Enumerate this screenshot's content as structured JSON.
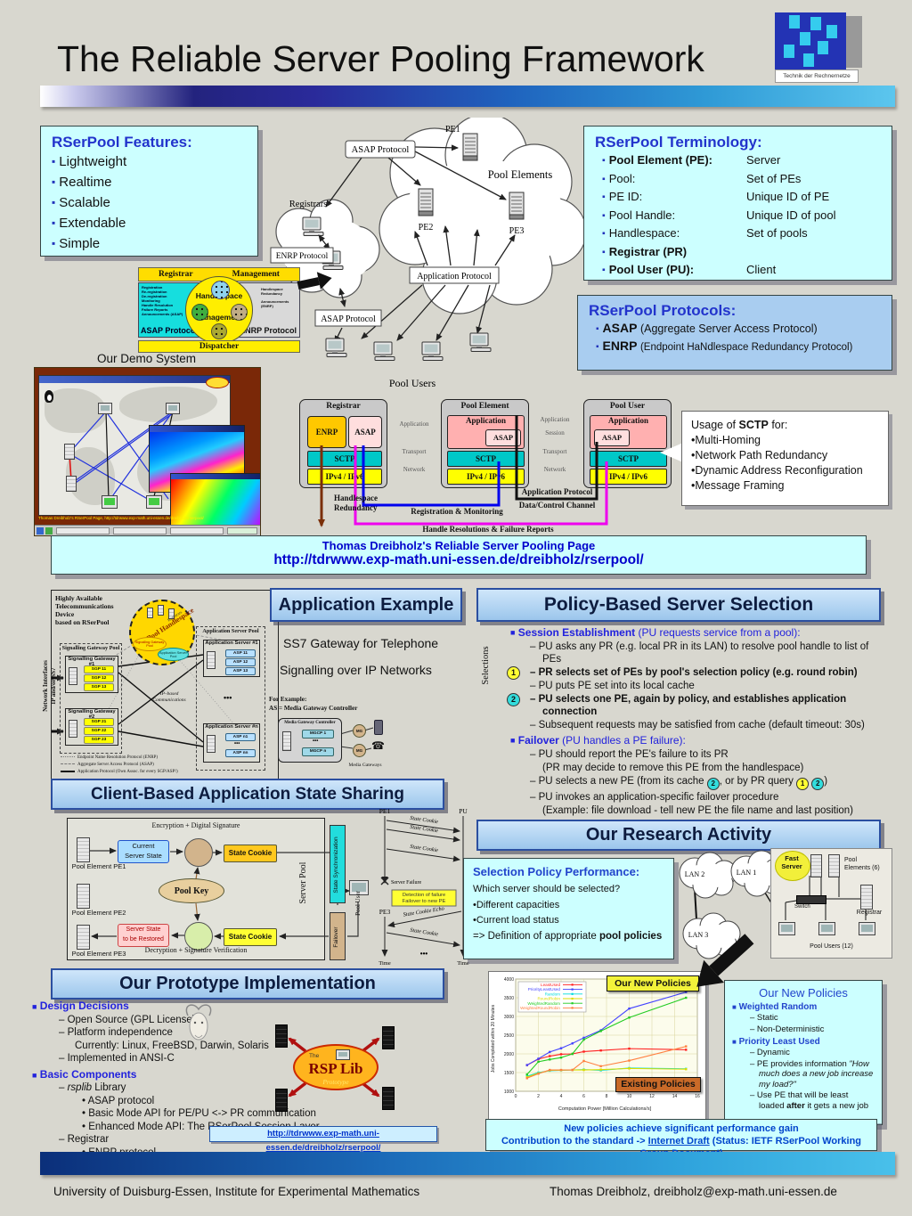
{
  "ui": {
    "bullet": "▪",
    "sq": "■",
    "dots": "•••"
  },
  "page": {
    "title": "The Reliable Server Pooling Framework",
    "logo_caption": "Technik der Rechnernetze",
    "footer_left": "University of Duisburg-Essen, Institute for Experimental Mathematics",
    "footer_right": "Thomas Dreibholz, dreibholz@exp-math.uni-essen.de"
  },
  "features": {
    "title": "RSerPool Features:",
    "items": [
      "Lightweight",
      "Realtime",
      "Scalable",
      "Extendable",
      "Simple"
    ]
  },
  "overview": {
    "asap_top": "ASAP Protocol",
    "asap_bottom": "ASAP Protocol",
    "enrp": "ENRP Protocol",
    "app": "Application Protocol",
    "pe1": "PE1",
    "pe2": "PE2",
    "pe3": "PE3",
    "pool_elements": "Pool Elements",
    "registrars": "Registrars",
    "pool_users": "Pool Users"
  },
  "terminology": {
    "title": "RSerPool Terminology:",
    "rows": [
      {
        "term": "Pool Element (PE):",
        "def": "Server"
      },
      {
        "term": "Pool:",
        "def": "Set of PEs"
      },
      {
        "term": "PE ID:",
        "def": "Unique ID of PE"
      },
      {
        "term": "Pool Handle:",
        "def": "Unique ID of pool"
      },
      {
        "term": "Handlespace:",
        "def": "Set of pools"
      },
      {
        "term": "Registrar (PR)",
        "def": ""
      },
      {
        "term": "Pool User (PU):",
        "def": "Client"
      }
    ]
  },
  "protocols": {
    "title": "RSerPool Protocols:",
    "items": [
      {
        "abbr": "ASAP",
        "exp": "(Aggregate Server Access Protocol)"
      },
      {
        "abbr": "ENRP",
        "exp": "(Endpoint HaNdlespace Redundancy Protocol)"
      }
    ]
  },
  "registrar_box": {
    "registrar": "Registrar",
    "management": "Management",
    "handlespace_1": "Handlespace",
    "handlespace_2": "Management",
    "asap": "ASAP Protocol",
    "enrp": "ENRP Protocol",
    "dispatcher": "Dispatcher",
    "asap_functions": [
      "Registration",
      "Re-registration",
      "De-registration",
      "Monitoring",
      "Handle Resolution",
      "Failure Reports",
      "Announcements (ASAP)"
    ],
    "enrp_functions": [
      "Handlespace",
      "Redundancy",
      "Announcements",
      "(ENRP)"
    ]
  },
  "demo": {
    "title": "Our Demo System",
    "status_line": "Thomas Dreibholz's RSerPool Page, http://tdrwww.exp-math.uni-essen.de/dreibholz/rserpool/"
  },
  "stack": {
    "registrar": {
      "title": "Registrar",
      "enrp": "ENRP",
      "asap": "ASAP",
      "sctp": "SCTP",
      "ip": "IPv4 / IPv6"
    },
    "pool_element": {
      "title": "Pool Element",
      "app": "Application",
      "asap": "ASAP",
      "sctp": "SCTP",
      "ip": "IPv4 / IPv6"
    },
    "pool_user": {
      "title": "Pool User",
      "app": "Application",
      "asap": "ASAP",
      "sctp": "SCTP",
      "ip": "IPv4 / IPv6"
    },
    "layers_left": [
      "Application",
      "Transport",
      "Network"
    ],
    "layers_right": [
      "Application",
      "Session",
      "Transport",
      "Network"
    ],
    "ann_registration": "Registration & Monitoring",
    "ann_app_protocol": "Application Protocol",
    "ann_data_channel": "Data/Control Channel",
    "ann_handle": "Handle Resolutions & Failure Reports",
    "ann_redundancy": "Handlespace\nRedundancy"
  },
  "sctp_usage": {
    "title_pre": "Usage of ",
    "title_bold": "SCTP",
    "title_post": " for:",
    "items": [
      "•Multi-Homing",
      "•Network Path Redundancy",
      "•Dynamic Address Reconfiguration",
      "•Message Framing"
    ]
  },
  "link_banner": {
    "line1": "Thomas Dreibholz's Reliable Server Pooling Page",
    "line2": "http://tdrwww.exp-math.uni-essen.de/dreibholz/rserpool/"
  },
  "app_example": {
    "header": "Application Example",
    "line1": "SS7 Gateway for Telephone",
    "line2": "Signalling over IP Networks",
    "for_example": "For Example:\nAS = Media Gateway Controller",
    "mgc_title": "Media Gateway Controller",
    "mgc_item1": "MGCP 1",
    "mgc_itemn": "MGCP n",
    "mg": "MG",
    "media_gateways": "Media Gateways",
    "diagram": {
      "caption": "Highly Available\nTelecommunications\nDevice\nbased on RSerPool",
      "handlespace": "RSerPool Handlespace",
      "registrars": "Registrars",
      "sg_pool_small": "Signalling Gateway Pool",
      "as_pool_small": "Application Server Pool",
      "sg_pool": "Signalling Gateway Pool",
      "as_pool": "Application Server Pool",
      "sg1": "Signalling Gateway #1",
      "sg1_items": [
        "SGP 11",
        "SGP 12",
        "SGP 13"
      ],
      "sg2": "Signalling Gateway #2",
      "sg2_items": [
        "SGP 21",
        "SGP 22",
        "SGP 23"
      ],
      "as1": "Application Server #1",
      "as1_items": [
        "ASP 11",
        "ASP 12",
        "ASP 13"
      ],
      "asn": "Application Server #n",
      "asn_items": [
        "ASP n1",
        "•••",
        "ASP nn"
      ],
      "ip_comm": "IP–based\nCommunications",
      "side_label": "Network Interfaces\nIP and/or SS7",
      "legend": [
        "Endpoint Name Resolution Protocol (ENRP)",
        "Aggregate Server Access Protocol (ASAP)",
        "Application Protocol (Own Assoc. for every SGP/ASP!)"
      ]
    }
  },
  "policy": {
    "header": "Policy-Based Server Selection",
    "side_label": "Selections",
    "s1_head": "Session Establishment",
    "s1_rest": " (PU requests service from a pool):",
    "l1": "– PU asks any PR (e.g. local PR in its LAN) to resolve pool handle to list of PEs",
    "l2": "– PR selects set of PEs by pool's selection policy (e.g. round robin)",
    "l3": "– PU puts PE set into its local cache",
    "l4": "– PU selects one PE, again by policy, and establishes application connection",
    "l5": "– Subsequent requests may be satisfied from cache (default timeout: 30s)",
    "s2_head": "Failover",
    "s2_rest": " (PU handles a PE failure):",
    "l6": "– PU should report the PE's failure to its PR",
    "l7": "(PR may decide to remove this PE from the handlespace)",
    "l8_pre": "– PU selects a new PE (from its cache ",
    "l8_mid": ", or by PR query ",
    "l8_post": ")",
    "l9": "– PU invokes an application-specific failover procedure",
    "l10": "(Example: file download - tell new PE the file name and last position)",
    "m1": "1",
    "m2": "2"
  },
  "state_sharing": {
    "header": "Client-Based Application State Sharing",
    "enc": "Encryption + Digital Signature",
    "dec": "Decryption + Signature Verification",
    "current": "Current\nServer State",
    "cookie_top": "State Cookie",
    "cookie_bottom": "State Cookie",
    "pe1": "Pool Element PE1",
    "pe2": "Pool Element PE2",
    "pe3": "Pool Element PE3",
    "pool_key": "Pool Key",
    "server_pool": "Server Pool",
    "restore": "Server State\nto be Restored",
    "sync": "State Synchronization",
    "failover": "Failover",
    "pool_user": "Pool User",
    "seq": {
      "pe1": "PE1",
      "pu": "PU",
      "pe3": "PE3",
      "cookie": "State Cookie",
      "fail": "Server Failure",
      "detect1": "Detection of failure",
      "detect2": "Failover to new PE",
      "echo": "State Cookie Echo",
      "time": "Time"
    }
  },
  "research": {
    "header": "Our Research Activity",
    "perf": {
      "title": "Selection Policy Performance:",
      "q": "Which server should be selected?",
      "b1": "•Different capacities",
      "b2": "•Current load status",
      "c_pre": "=> Definition of appropriate ",
      "c_bold": "pool policies"
    },
    "lan1": "LAN 1",
    "lan2": "LAN 2",
    "lan3": "LAN 3",
    "fast_server": "Fast\nServer",
    "pool_elements": "Pool\nElements  (6)",
    "switch": "Switch",
    "registrar": "Registrar",
    "pool_users": "Pool Users (12)"
  },
  "prototype": {
    "header": "Our Prototype Implementation",
    "dd_title": "Design Decisions",
    "dd": [
      "– Open Source (GPL License)",
      "– Platform independence",
      "Currently: Linux, FreeBSD, Darwin, Solaris",
      "– Implemented in ANSI-C"
    ],
    "bc_title": "Basic Components",
    "bc1_pre": "– ",
    "bc1_it": "rsplib",
    "bc1_rest": " Library",
    "bc_items": [
      "• ASAP protocol",
      "• Basic Mode API for PE/PU <-> PR communication",
      "• Enhanced Mode API: The RSerPool Session Layer"
    ],
    "bc2": "– Registrar",
    "bc2_items": [
      "• ENRP protocol"
    ],
    "logo_the": "The",
    "logo_main": "RSP Lib",
    "logo_sub": "Prototype",
    "url": "http://tdrwww.exp-math.uni-essen.de/dreibholz/rserpool/"
  },
  "chart_data": {
    "type": "line",
    "xlabel": "Computation Power [Million Calculations/s]",
    "ylabel": "Jobs Completed within 20 Minutes",
    "xlim": [
      0,
      16
    ],
    "ylim": [
      1000,
      4000
    ],
    "xticks": [
      0,
      2,
      4,
      6,
      8,
      10,
      12,
      14,
      16
    ],
    "yticks": [
      1000,
      1500,
      2000,
      2500,
      3000,
      3500,
      4000
    ],
    "grid": true,
    "legend_position": "top-left",
    "x": [
      1,
      2,
      3,
      4,
      5,
      6,
      7.5,
      10,
      15
    ],
    "series": [
      {
        "name": "LeastUsed",
        "color": "#ff2020",
        "values": [
          1700,
          1860,
          1940,
          1990,
          2000,
          2060,
          2090,
          2140,
          2110
        ]
      },
      {
        "name": "PriorityLeastUsed",
        "color": "#4444ff",
        "values": [
          1700,
          1870,
          2050,
          2150,
          2280,
          2430,
          2630,
          3210,
          3650
        ]
      },
      {
        "name": "Random",
        "color": "#00dddd",
        "values": [
          1400,
          1500,
          1550,
          1560,
          1570,
          1580,
          1560,
          1620,
          1600
        ]
      },
      {
        "name": "RoundRobin",
        "color": "#dddd00",
        "values": [
          1380,
          1480,
          1560,
          1565,
          1570,
          1570,
          1580,
          1610,
          1590
        ]
      },
      {
        "name": "WeightedRandom",
        "color": "#22cc22",
        "values": [
          1450,
          1790,
          1850,
          1900,
          2000,
          2380,
          2610,
          2970,
          3500
        ]
      },
      {
        "name": "WeightedRoundRobin",
        "color": "#ff8040",
        "values": [
          1350,
          1470,
          1570,
          1570,
          1570,
          1810,
          1670,
          1820,
          2200
        ]
      }
    ],
    "new_label": "Our New Policies",
    "existing_label": "Existing Policies"
  },
  "new_policies": {
    "title": "Our New Policies",
    "h1": "Weighted Random",
    "h1_items": [
      "– Static",
      "– Non-Deterministic"
    ],
    "h2": "Priority Least Used",
    "d1": "– Dynamic",
    "d2_pre": "– PE provides information ",
    "d2_it": "\"How much does a new job increase my load?\"",
    "d3_pre": "– Use PE that will be least loaded ",
    "d3_b": "after",
    "d3_post": " it gets a new job"
  },
  "result_banner": {
    "line1": "New policies achieve significant performance gain",
    "line2_pre": "Contribution to the standard -> ",
    "line2_link": "Internet Draft",
    "line2_post": " (Status: IETF RSerPool Working Group Document)"
  }
}
